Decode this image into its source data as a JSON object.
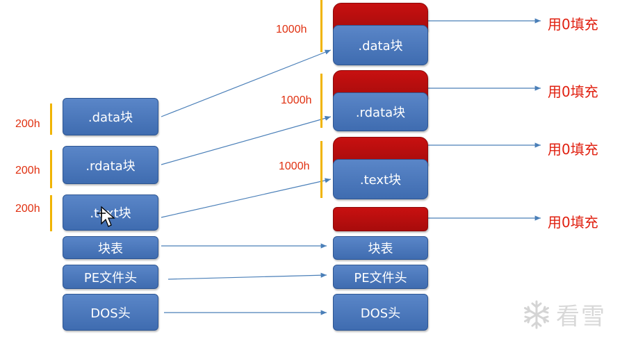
{
  "left": {
    "data_block": ".data块",
    "rdata_block": ".rdata块",
    "text_block": ".text块",
    "block_table": "块表",
    "pe_header": "PE文件头",
    "dos_header": "DOS头",
    "size_data": "200h",
    "size_rdata": "200h",
    "size_text": "200h"
  },
  "right": {
    "data_block": ".data块",
    "rdata_block": ".rdata块",
    "text_block": ".text块",
    "block_table": "块表",
    "pe_header": "PE文件头",
    "dos_header": "DOS头",
    "size_data": "1000h",
    "size_rdata": "1000h",
    "size_text": "1000h"
  },
  "fill_labels": [
    "用0填充",
    "用0填充",
    "用0填充",
    "用0填充"
  ],
  "watermark": {
    "text": "看雪",
    "icon": "snowflake-icon"
  },
  "colors": {
    "block_blue": "#4a78bc",
    "padding_red": "#c00e0e",
    "label_red": "#e02010",
    "brace_yellow": "#f0b400",
    "arrow_blue": "#4a7fb8"
  }
}
